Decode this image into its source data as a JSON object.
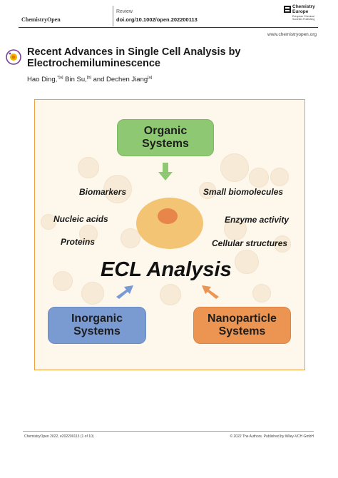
{
  "header": {
    "journal": "ChemistryOpen",
    "article_type": "Review",
    "doi": "doi.org/10.1002/open.202200113",
    "publisher_logo_line1": "Chemistry",
    "publisher_logo_line2": "Europe",
    "publisher_logo_sub": "European Chemical Societies Publishing",
    "website": "www.chemistryopen.org"
  },
  "article": {
    "title": "Recent Advances in Single Cell Analysis by Electrochemiluminescence",
    "authors": [
      {
        "name": "Hao Ding,",
        "mark": "*[a]"
      },
      {
        "name": "Bin Su,",
        "mark": "[b]"
      },
      {
        "name": "and Dechen Jiang",
        "mark": "[a]"
      }
    ]
  },
  "figure": {
    "center_title": "ECL Analysis",
    "boxes": {
      "organic": [
        "Organic",
        "Systems"
      ],
      "inorganic": [
        "Inorganic",
        "Systems"
      ],
      "nanoparticle": [
        "Nanoparticle",
        "Systems"
      ]
    },
    "left_labels": [
      "Biomarkers",
      "Nucleic acids",
      "Proteins"
    ],
    "right_labels": [
      "Small biomolecules",
      "Enzyme activity",
      "Cellular structures"
    ],
    "colors": {
      "organic": "#8fc873",
      "inorganic": "#7a9ad2",
      "nanoparticle": "#ec9452",
      "cell": "#f2c474",
      "nucleus": "#e8854a",
      "border": "#f0a040"
    }
  },
  "footer": {
    "left": "ChemistryOpen 2022, e202200113 (1 of 10)",
    "right": "© 2022 The Authors. Published by Wiley-VCH GmbH"
  }
}
